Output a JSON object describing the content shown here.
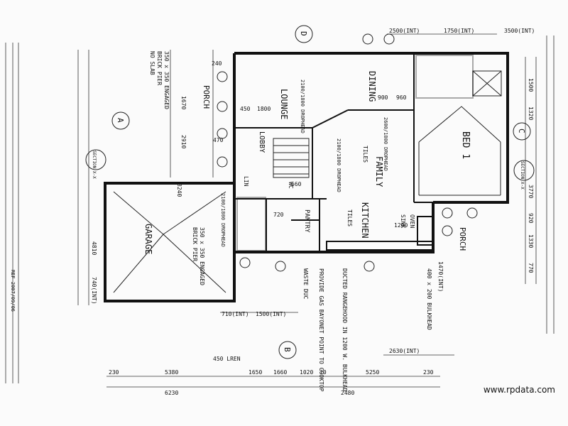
{
  "rooms": {
    "lounge": "LOUNGE",
    "dining": "DINING",
    "family": "FAMILY",
    "kitchen": "KITCHEN",
    "bed1": "BED 1",
    "garage": "GARAGE",
    "porch_top": "PORCH",
    "porch_right": "PORCH",
    "lobby": "LOBBY",
    "pantry": "PANTRY",
    "linen": "LIN",
    "wc": "WC"
  },
  "finishes": {
    "tiles_family": "TILES",
    "tiles_kitchen": "TILES",
    "dropped_head_lounge": "2100/1800 DROPHEAD",
    "dropped_head_dining": "2600/1800 DROPHEAD",
    "dropped_head_family": "2100/1800 DROPHEAD",
    "dropped_head_garage": "2100/1800 DROPHEAD"
  },
  "sections": {
    "A": "A",
    "B": "B",
    "C": "C",
    "D": "D",
    "section_mark": "SECTION X-X"
  },
  "notes": {
    "pier_top": "350 x 350 ENGAGED",
    "pier_top_2": "BRICK PIER",
    "pier_top_3": "NO SLAB",
    "pier_garage": "350 x 350 ENGAGED",
    "pier_garage_2": "BRICK PIER",
    "bulkhead": "400 x 200 BULKHEAD",
    "ducted": "DUCTED RANGEHOOD IN 1200 W. BULKHEAD",
    "gas": "PROVIDE GAS BAYONET POINT TO COOKTOP",
    "waste": "WASTE DUC",
    "oven": "OVEN",
    "sink": "SINK"
  },
  "dimensions": {
    "top": [
      "2500(INT)",
      "1750(INT)",
      "3500(INT)"
    ],
    "bottom_row1": [
      "230",
      "5380",
      "1650",
      "1660",
      "1020",
      "70",
      "5250",
      "230"
    ],
    "bottom_row2": [
      "6230",
      "2480"
    ],
    "bottom_note": "450 LREN",
    "mid": [
      "2630(INT)",
      "710(INT)",
      "1500(INT)",
      "1470(INT)"
    ],
    "left": [
      "4810",
      "740(INT)",
      "2910",
      "1670"
    ],
    "right": [
      "1500",
      "1320",
      "3770",
      "920",
      "1330",
      "770"
    ],
    "interior": [
      "900",
      "960",
      "1800",
      "240",
      "450",
      "470",
      "660",
      "720",
      "1200",
      "3240"
    ]
  },
  "watermark": "www.rpdata.com",
  "left_margin_text": "REF 2007/09/06"
}
